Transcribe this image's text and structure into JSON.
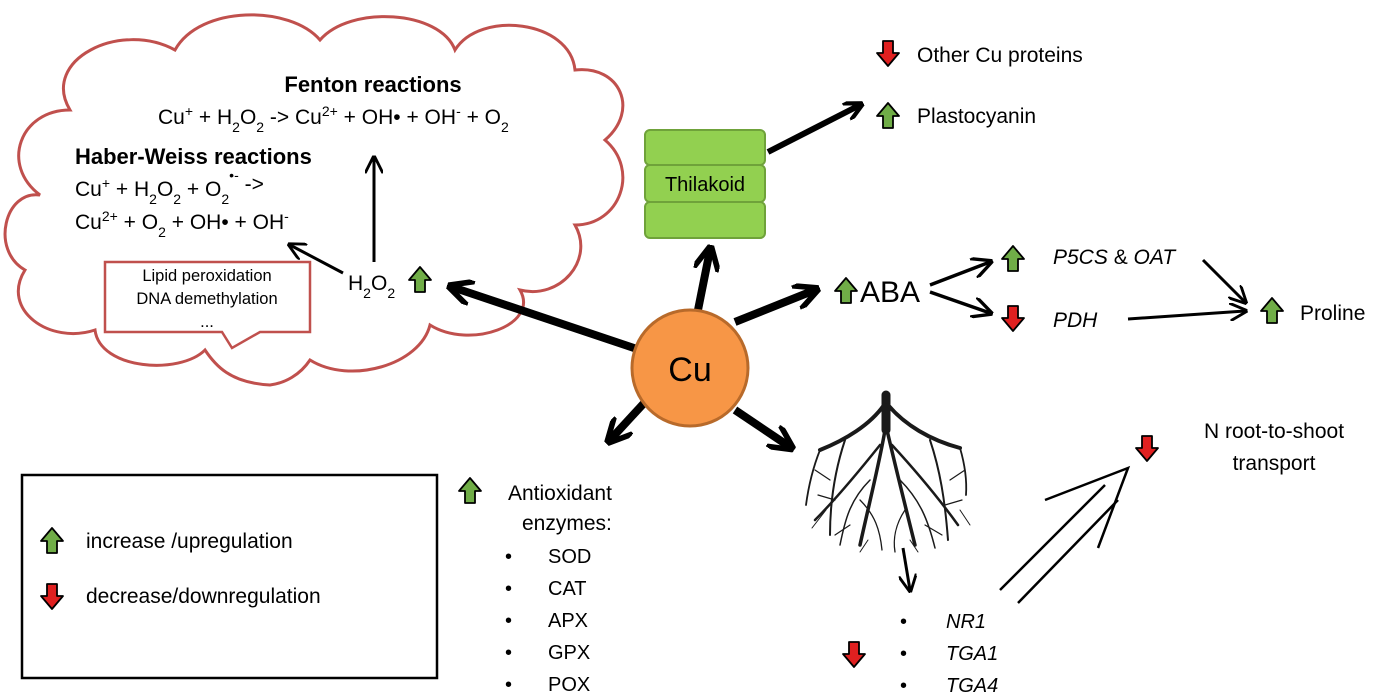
{
  "colors": {
    "cloud_stroke": "#c0504d",
    "cu_fill": "#f79646",
    "cu_stroke": "#b86a2a",
    "thylakoid_fill": "#92d050",
    "thylakoid_stroke": "#6fa23a",
    "up_arrow": "#70ad47",
    "down_arrow": "#e02020"
  },
  "center": {
    "label": "Cu"
  },
  "cloud": {
    "fenton_title": "Fenton reactions",
    "fenton_eq": {
      "a": "Cu",
      "a_sup": "+",
      "b": " + H",
      "b_sub": "2",
      "c": "O",
      "c_sub": "2",
      "d": " -> Cu",
      "d_sup": "2+",
      "e": " + OH• + OH",
      "e_sup": "-",
      "f": " + O",
      "f_sub": "2"
    },
    "haber_title": "Haber-Weiss reactions",
    "haber_eq1": {
      "a": "Cu",
      "a_sup": "+",
      "b": " + H",
      "b_sub": "2",
      "c": "O",
      "c_sub": "2",
      "d": " + O",
      "d_sub": "2",
      "d_sup": "•-",
      "e": " ->"
    },
    "haber_eq2": {
      "a": "Cu",
      "a_sup": "2+",
      "b": " + O",
      "b_sub": "2",
      "c": " + OH• + OH",
      "c_sup": "-"
    },
    "effects": [
      "Lipid peroxidation",
      "DNA demethylation",
      "..."
    ],
    "h2o2": {
      "a": "H",
      "a_sub": "2",
      "b": "O",
      "b_sub": "2"
    }
  },
  "thylakoid": {
    "label": "Thilakoid",
    "targets": [
      "Other Cu proteins",
      "Plastocyanin"
    ]
  },
  "aba": {
    "label": "ABA",
    "branch_up": "P5CS",
    "branch_amp": " & ",
    "branch_up2": "OAT",
    "branch_down": "PDH",
    "result": "Proline"
  },
  "antioxidants": {
    "title_line1": "Antioxidant",
    "title_line2": "enzymes:",
    "items": [
      "SOD",
      "CAT",
      "APX",
      "GPX",
      "POX"
    ]
  },
  "root": {
    "genes": [
      "NR1",
      "TGA1",
      "TGA4"
    ],
    "transport_line1": "N root-to-shoot",
    "transport_line2": "transport"
  },
  "legend": {
    "increase": "increase /upregulation",
    "decrease": "decrease/downregulation"
  }
}
